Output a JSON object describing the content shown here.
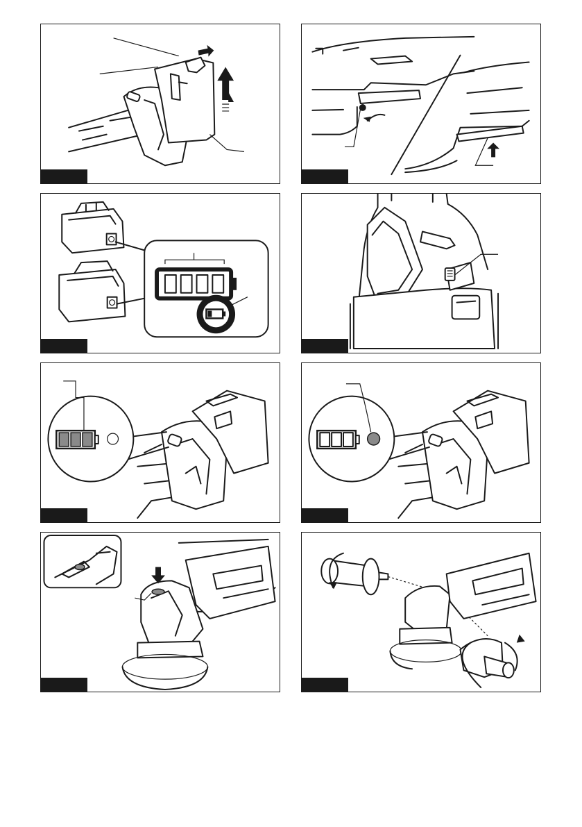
{
  "page": {
    "figures": [
      {
        "id": "fig-1",
        "subject": "battery-cartridge-removal"
      },
      {
        "id": "fig-2",
        "subject": "hook-attach"
      },
      {
        "id": "fig-3",
        "subject": "battery-capacity-indicator"
      },
      {
        "id": "fig-4",
        "subject": "tool-slide-switch"
      },
      {
        "id": "fig-5",
        "subject": "tool-indicator-lamps"
      },
      {
        "id": "fig-6",
        "subject": "tool-overload-lamp"
      },
      {
        "id": "fig-7",
        "subject": "shaft-lock-button"
      },
      {
        "id": "fig-8",
        "subject": "side-grip-install"
      }
    ]
  },
  "icons": {
    "removal_arrow": "arrow-up-icon",
    "slide_arrow": "arrow-right-icon",
    "rotate_arrow": "rotate-arrow-icon",
    "press_arrow": "arrow-down-icon",
    "battery_symbol": "battery-icon"
  },
  "colors": {
    "ink": "#1a1a1a",
    "lamp_fill": "#8a8a8a",
    "background": "#ffffff"
  }
}
